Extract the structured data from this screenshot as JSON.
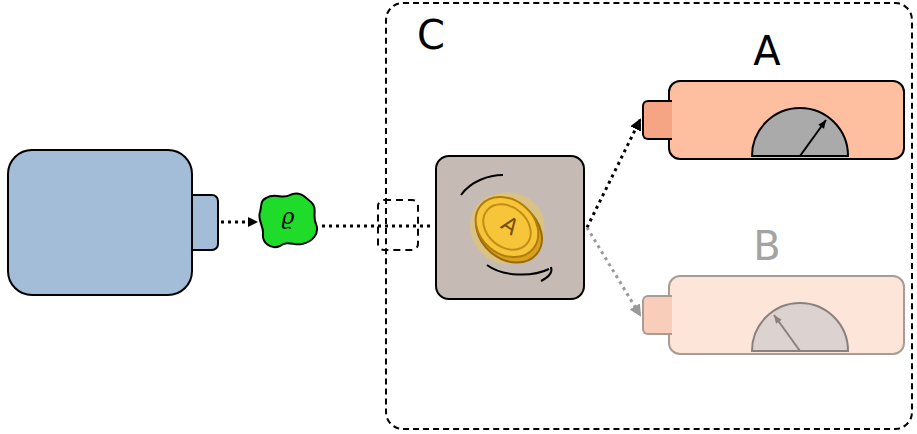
{
  "diagram": {
    "nodes": [
      {
        "text": [
          "ϱ"
        ]
      },
      {
        "text": [
          "C"
        ]
      },
      {
        "text": [
          "A"
        ],
        "in": 1
      },
      {
        "text": [
          "A"
        ],
        "in": 1
      },
      {
        "text": [
          "B"
        ],
        "in": 1
      }
    ],
    "edges": [
      {
        "from": 0,
        "to": 2,
        "arrow": "none"
      },
      {
        "from": 2,
        "to": 3,
        "arrow": "to"
      },
      {
        "from": 2,
        "to": 4,
        "arrow": "to"
      }
    ]
  }
}
